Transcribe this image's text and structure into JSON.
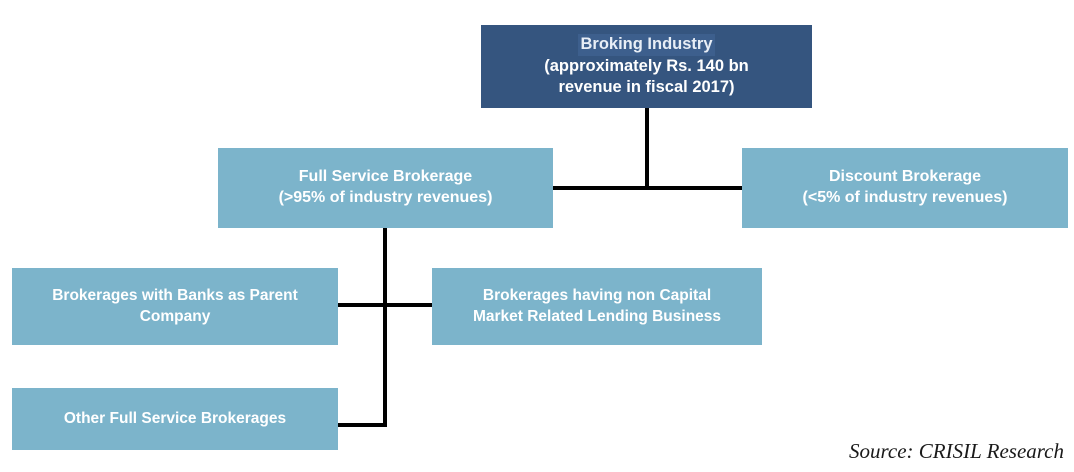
{
  "diagram": {
    "type": "hierarchy-tree",
    "title": "Broking Industry structure",
    "colors": {
      "root_box": "#35557f",
      "branch_box": "#7cb4cb",
      "leaf_box": "#7cb4cb",
      "connector": "#000000",
      "box_text": "#ffffff",
      "selection_highlight": "#3d5f8d",
      "background": "#ffffff"
    },
    "nodes": {
      "root": {
        "title": "Broking Industry",
        "subtitle_line1": "(approximately  Rs. 140 bn",
        "subtitle_line2": "revenue in fiscal 2017)",
        "highlighted": true
      },
      "full_service": {
        "line1": "Full Service Brokerage",
        "line2": "(>95% of industry revenues)"
      },
      "discount": {
        "line1": "Discount Brokerage",
        "line2": "(<5% of industry revenues)"
      },
      "banks_parent": {
        "line1": "Brokerages with Banks as Parent",
        "line2": "Company"
      },
      "non_capital_lending": {
        "line1": "Brokerages having non Capital",
        "line2": "Market Related Lending Business"
      },
      "other_full_service": {
        "line1": "Other Full Service Brokerages",
        "line2": ""
      }
    }
  },
  "footer": {
    "source": "Source: CRISIL Research"
  }
}
